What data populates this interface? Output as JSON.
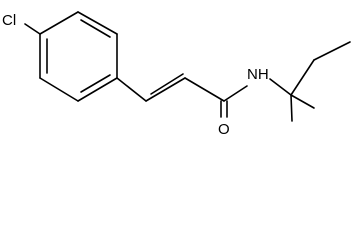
{
  "molecule": {
    "atoms": {
      "chlorine": "Cl",
      "nitrogen_hydrogen": "NH",
      "oxygen": "O"
    },
    "colors": {
      "bond": "#000000",
      "label": "#000000",
      "background": "#ffffff"
    }
  }
}
